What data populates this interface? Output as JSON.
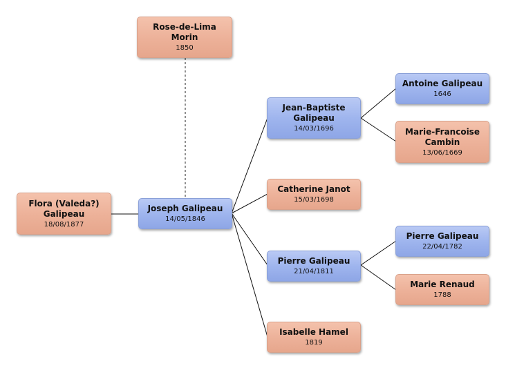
{
  "people": {
    "rose": {
      "name": "Rose-de-Lima Morin",
      "date": "1850",
      "sex": "female"
    },
    "flora": {
      "name": "Flora (Valeda?) Galipeau",
      "date": "18/08/1877",
      "sex": "female"
    },
    "joseph": {
      "name": "Joseph Galipeau",
      "date": "14/05/1846",
      "sex": "male"
    },
    "jean_baptiste": {
      "name": "Jean-Baptiste Galipeau",
      "date": "14/03/1696",
      "sex": "male"
    },
    "catherine": {
      "name": "Catherine Janot",
      "date": "15/03/1698",
      "sex": "female"
    },
    "pierre1811": {
      "name": "Pierre Galipeau",
      "date": "21/04/1811",
      "sex": "male"
    },
    "isabelle": {
      "name": "Isabelle Hamel",
      "date": "1819",
      "sex": "female"
    },
    "antoine": {
      "name": "Antoine Galipeau",
      "date": "1646",
      "sex": "male"
    },
    "marie_francoise": {
      "name": "Marie-Francoise Cambin",
      "date": "13/06/1669",
      "sex": "female"
    },
    "pierre1782": {
      "name": "Pierre Galipeau",
      "date": "22/04/1782",
      "sex": "male"
    },
    "marie_renaud": {
      "name": "Marie Renaud",
      "date": "1788",
      "sex": "female"
    }
  },
  "colors": {
    "male": "#9fb5ee",
    "female": "#edb29a",
    "link": "#111111",
    "spouse_link": "#555555"
  }
}
